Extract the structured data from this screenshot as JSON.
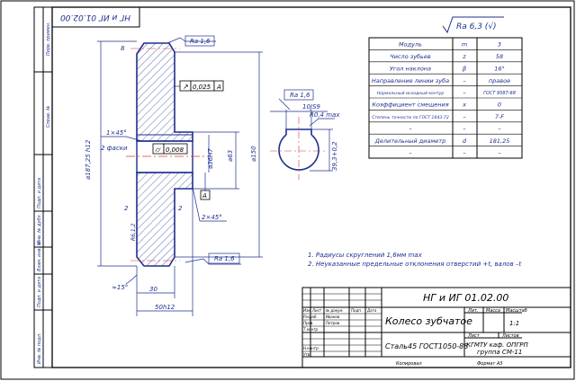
{
  "stamp_top": "НГ и ИГ 01.02.00",
  "roughness_general": "Ra 6,3 (√)",
  "roughness_face": "Ra 1,6",
  "roughness_key": "Ra 1,6",
  "roughness_key2": "Ra 1,6",
  "left_strip": {
    "perv_primen": "Перв. примен.",
    "sprav_no": "Справ. №",
    "podp_data1": "Подп. и дата",
    "inv_dubl": "Инв. № дубл.",
    "vzam_inv": "Взам. инв. №",
    "podp_data2": "Подп. и дата",
    "inv_podl": "Инв. № подл."
  },
  "params_table": {
    "rows": [
      {
        "name": "Модуль",
        "sym": "m",
        "val": "3"
      },
      {
        "name": "Число зубьев",
        "sym": "z",
        "val": "58"
      },
      {
        "name": "Угол наклона",
        "sym": "β",
        "val": "16°"
      },
      {
        "name": "Направление линии зуба",
        "sym": "–",
        "val": "правое"
      },
      {
        "name": "Нормальный исходный контур",
        "sym": "–",
        "val": "ГОСТ 9587-68"
      },
      {
        "name": "Коэффициент смещения",
        "sym": "x",
        "val": "0"
      },
      {
        "name": "Степень точности по ГОСТ 1643-72",
        "sym": "–",
        "val": "7-F"
      },
      {
        "name": "–",
        "sym": "–",
        "val": "–"
      },
      {
        "name": "Делительный диаметр",
        "sym": "d",
        "val": "181,25"
      },
      {
        "name": "–",
        "sym": "–",
        "val": "–"
      }
    ]
  },
  "dims": {
    "d_outer": "⌀187,25 h12",
    "chamfer1": "1×45°",
    "chamfer_note": "2 фаски",
    "d_hub": "⌀36H7",
    "d_63": "⌀63",
    "d_150": "⌀150",
    "d_r1": "R6,1,2",
    "two_a": "2",
    "two_b": "2",
    "chamfer2": "2×45°",
    "angle": "≈15°",
    "w30": "30",
    "w50": "50h12",
    "a_dim": "8",
    "runout": "0,025",
    "runout_base": "A",
    "sym_tol": "0,008",
    "base_a": "A",
    "key_w": "10JS9",
    "key_r": "R0,4 max",
    "key_h": "39,3+0,2"
  },
  "notes": [
    "1. Радиусы скруглений 1,6мм max",
    "2. Неуказанные предельные отклонения отверстий +t, валов –t"
  ],
  "title_block": {
    "doc_code": "НГ и ИГ 01.02.00",
    "name": "Колесо зубчатое",
    "material": "Сталь45 ГОСТ1050-88",
    "lit": "Лит.",
    "mass": "Масса",
    "scale": "Масштаб",
    "scale_val": "1:1",
    "sheet": "Лист",
    "sheets": "Листов",
    "org1": "КГМТУ каф. ОПГРП",
    "org2": "группа СМ-11",
    "izm": "Изм.",
    "list": "Лист",
    "ndoc": "№ докум.",
    "podp": "Подп.",
    "data": "Дата",
    "razrab": "Разраб.",
    "prov": "Пров.",
    "tkontr": "Т.контр.",
    "nkontr": "Н.контр.",
    "utv": "Утв.",
    "name1": "Иванов",
    "name2": "Петров",
    "copied": "Копировал",
    "format": "Формат  А3"
  }
}
